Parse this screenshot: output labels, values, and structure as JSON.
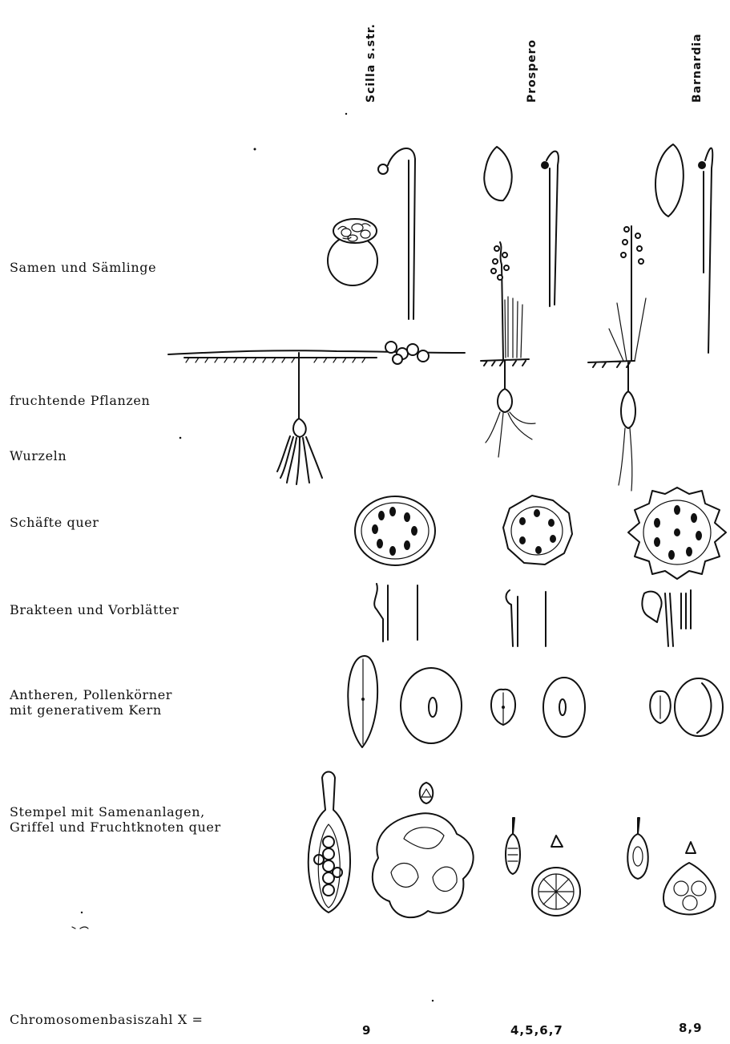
{
  "columns": [
    {
      "name": "Scilla s.str.",
      "chromosome_number": "9"
    },
    {
      "name": "Prospero",
      "chromosome_number": "4,5,6,7"
    },
    {
      "name": "Barnardia",
      "chromosome_number": "8,9"
    }
  ],
  "rows": {
    "seeds": "Samen und Sämlinge",
    "fruiting": "fruchtende Pflanzen",
    "roots": "Wurzeln",
    "scapes": "Schäfte quer",
    "bracts": "Brakteen und Vorblätter",
    "anthers": "Antheren, Pollenkörner\nmit generativem Kern",
    "pistil": "Stempel mit Samenanlagen,\nGriffel und Fruchtknoten quer",
    "chromosome": "Chromosomenbasiszahl X ="
  }
}
